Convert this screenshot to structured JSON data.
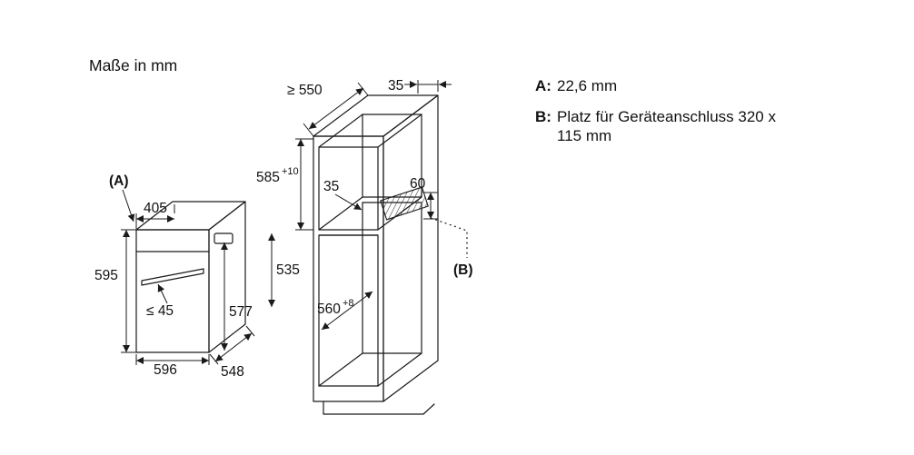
{
  "title": "Maße in mm",
  "legend": {
    "a_key": "A:",
    "a_value": "22,6 mm",
    "b_key": "B:",
    "b_line1": "Platz für Geräteanschluss 320 x",
    "b_line2": "115 mm"
  },
  "oven": {
    "label_a": "(A)",
    "dim_top_width": "405",
    "dim_height": "595",
    "dim_door_depth": "≤ 45",
    "dim_width": "596",
    "dim_depth": "548",
    "dim_body_height": "577",
    "dim_body_depth": "535"
  },
  "cabinet": {
    "dim_min_depth": "≥ 550",
    "dim_rear_gap": "35",
    "niche_height": {
      "base": "585",
      "sup": "+10"
    },
    "dim_shelf_gap": "35",
    "dim_connection_gap": "60",
    "niche_depth": {
      "base": "560",
      "sup": "+8"
    },
    "label_b": "(B)"
  },
  "colors": {
    "line": "#1a1a1a",
    "background": "#ffffff"
  }
}
